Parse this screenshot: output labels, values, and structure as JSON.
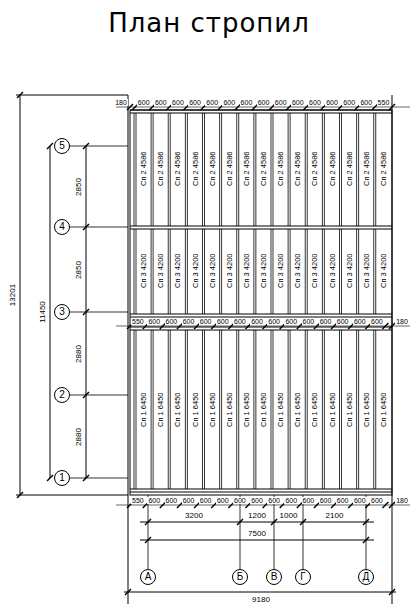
{
  "diagram": {
    "title": "План стропил",
    "nodes": [
      {
        "text": [
          "5"
        ]
      },
      {
        "text": [
          "4"
        ]
      },
      {
        "text": [
          "3"
        ]
      },
      {
        "text": [
          "2"
        ]
      },
      {
        "text": [
          "1"
        ]
      },
      {
        "text": [
          "А"
        ]
      },
      {
        "text": [
          "Б"
        ]
      },
      {
        "text": [
          "В"
        ]
      },
      {
        "text": [
          "Г"
        ]
      },
      {
        "text": [
          "Д"
        ]
      }
    ],
    "labels": [
      "180",
      "600",
      "600",
      "600",
      "600",
      "600",
      "600",
      "600",
      "600",
      "600",
      "600",
      "600",
      "600",
      "600",
      "600",
      "550",
      "550",
      "600",
      "600",
      "600",
      "600",
      "600",
      "600",
      "600",
      "600",
      "600",
      "600",
      "600",
      "600",
      "600",
      "600",
      "180",
      "550",
      "600",
      "600",
      "600",
      "600",
      "600",
      "600",
      "600",
      "600",
      "600",
      "600",
      "600",
      "600",
      "600",
      "600",
      "180",
      "Сп 2 4586",
      "Сп 2 4586",
      "Сп 2 4586",
      "Сп 2 4586",
      "Сп 2 4586",
      "Сп 2 4586",
      "Сп 2 4586",
      "Сп 2 4586",
      "Сп 2 4586",
      "Сп 2 4586",
      "Сп 2 4586",
      "Сп 2 4586",
      "Сп 2 4586",
      "Сп 2 4586",
      "Сп 2 4586",
      "Сп 3 4200",
      "Сп 3 4200",
      "Сп 3 4200",
      "Сп 3 4200",
      "Сп 3 4200",
      "Сп 3 4200",
      "Сп 3 4200",
      "Сп 3 4200",
      "Сп 3 4200",
      "Сп 3 4200",
      "Сп 3 4200",
      "Сп 3 4200",
      "Сп 3 4200",
      "Сп 3 4200",
      "Сп 3 4200",
      "Сп 1 6450",
      "Сп 1 6450",
      "Сп 1 6450",
      "Сп 1 6450",
      "Сп 1 6450",
      "Сп 1 6450",
      "Сп 1 6450",
      "Сп 1 6450",
      "Сп 1 6450",
      "Сп 1 6450",
      "Сп 1 6450",
      "Сп 1 6450",
      "Сп 1 6450",
      "Сп 1 6450",
      "Сп 1 6450",
      "13201",
      "11450",
      "2850",
      "2850",
      "2880",
      "2880",
      "3200",
      "1200",
      "1000",
      "2100",
      "7500",
      "9180"
    ]
  }
}
